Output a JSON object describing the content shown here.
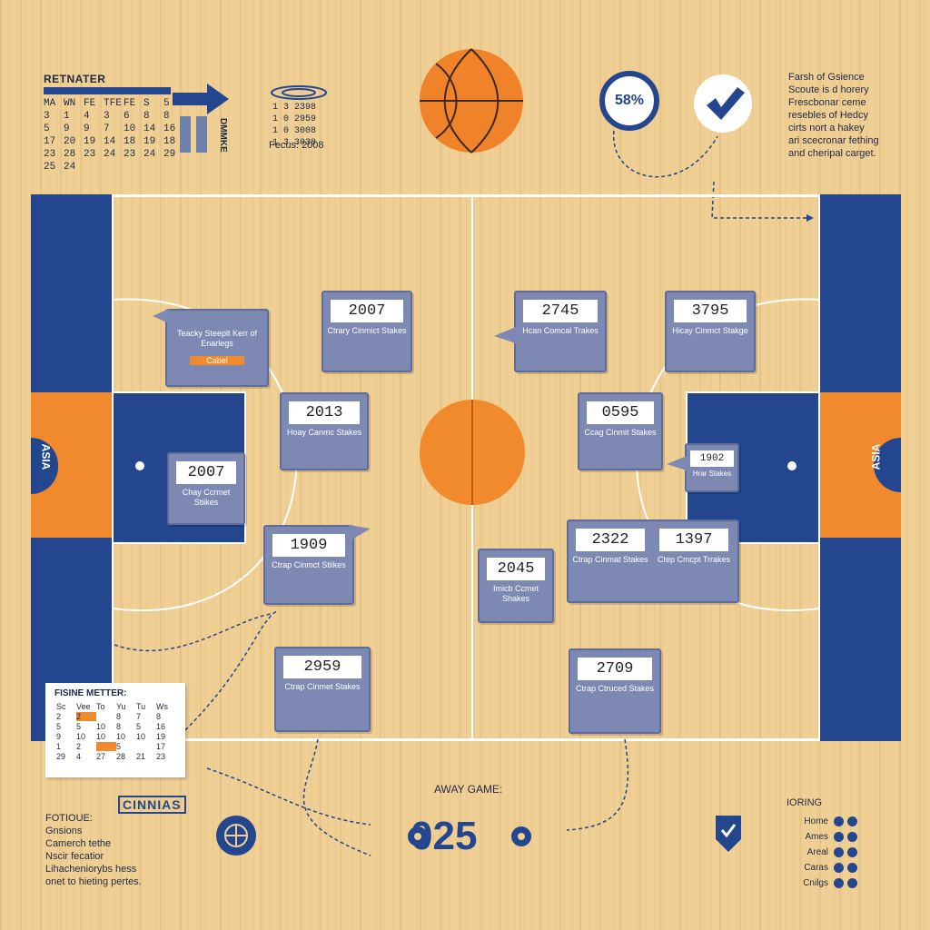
{
  "top_left": {
    "title": "RETNATER",
    "calendar": [
      "MA",
      "WN",
      "FE",
      "TFE",
      "FE",
      "S",
      "5",
      "3",
      "1",
      "4",
      "3",
      "6",
      "8",
      "8",
      "5",
      "9",
      "9",
      "7",
      "10",
      "14",
      "16",
      "17",
      "20",
      "19",
      "14",
      "18",
      "19",
      "18",
      "23",
      "28",
      "23",
      "24",
      "23",
      "24",
      "29",
      "25",
      "24"
    ],
    "vertical_label": "DMMKE"
  },
  "top_middle": {
    "scores": [
      "1  3 2398",
      "1  0 2959",
      "1  0 3008",
      "1  3 3038"
    ],
    "focus_text": "Fecus: 2008"
  },
  "percent_badge": "58%",
  "top_right_text": [
    "Farsh of Gsience",
    "Scoute is d horery",
    "Frescbonar ceme",
    "resebles of Hedcy",
    "cirts nort a hakey",
    "ari scecronar fething",
    "and cheripal carget."
  ],
  "cards": [
    {
      "num": "2007",
      "label": "Ctrary Cinmict Stakes"
    },
    {
      "num": "2745",
      "label": "Hcan Comcal Trakes"
    },
    {
      "num": "3795",
      "label": "Hicay Cinmct Stakge"
    },
    {
      "num": "2013",
      "label": "Hoay Canmc Stakes"
    },
    {
      "num": "0595",
      "label": "Ccag Cinmit Stakes"
    },
    {
      "num": "2007",
      "label": "Chay Ccrmet Stiikes"
    },
    {
      "num": "1909",
      "label": "Ctrap Cinmct Stiikes"
    },
    {
      "num": "2322",
      "label": "Ctrap Cinmat Stakes"
    },
    {
      "num": "1397",
      "label": "Ctep Cmcpt Trrakes"
    },
    {
      "num": "2045",
      "label": "Imicb Ccmet Shakes"
    },
    {
      "num": "1902",
      "label": "Hrar Stakes"
    },
    {
      "num": "2959",
      "label": "Ctrap Cinmet Stakes"
    },
    {
      "num": "2709",
      "label": "Ctrap Ctruced Stakes"
    }
  ],
  "callout_text": "Teacky Steeplt Kerr of Enarlegs",
  "callout_badge": "Cabel",
  "court_labels": {
    "left": "ASIA",
    "right": "ASIA"
  },
  "mini_cal": {
    "title": "FISINE METTER:",
    "cells": [
      "Sc",
      "Vee",
      "To",
      "Yu",
      "Tu",
      "Ws",
      "2",
      "2",
      "",
      "8",
      "7",
      "8",
      "5",
      "5",
      "10",
      "8",
      "5",
      "16",
      "9",
      "10",
      "10",
      "10",
      "10",
      "19",
      "1",
      "2",
      "",
      "5",
      "",
      "17",
      "29",
      "4",
      "27",
      "28",
      "21",
      "23"
    ]
  },
  "away_label": "AWAY GAME:",
  "score": "025",
  "footer_left": [
    "FOTIOUE:",
    "Gnsions",
    "Camerch tethe",
    "Nscir fecatior",
    "Lihacheniorybs hess",
    "onet to hieting pertes."
  ],
  "brand": "CINNIAS",
  "legend": {
    "title": "IORING",
    "items": [
      "Home",
      "Ames",
      "Areal",
      "Caras",
      "Cnilgs"
    ]
  },
  "colors": {
    "navy": "#23468f",
    "orange": "#f08a2c",
    "card": "#7d89b3",
    "wood": "#efcf94"
  }
}
